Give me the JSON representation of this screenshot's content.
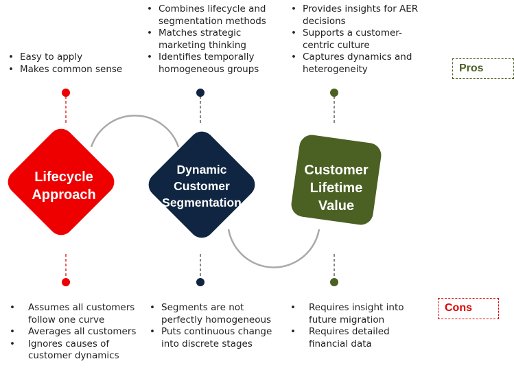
{
  "colors": {
    "red": "#ee0000",
    "navy": "#0f2541",
    "olive": "#4b6123",
    "connector": "#a9a9a9",
    "dash_red": "#e02020",
    "dash_dark": "#555555"
  },
  "pros": {
    "label": "Pros",
    "lifecycle": [
      "Easy to apply",
      "Makes common sense"
    ],
    "dynamic": [
      "Combines lifecycle and segmentation methods",
      "Matches strategic marketing thinking",
      "Identifies temporally homogeneous groups"
    ],
    "clv": [
      "Provides insights for AER decisions",
      "Supports a customer-centric culture",
      "Captures dynamics and heterogeneity"
    ]
  },
  "cons": {
    "label": "Cons",
    "lifecycle": [
      "Assumes all customers follow one curve",
      "Averages all customers",
      "Ignores causes of customer dynamics"
    ],
    "dynamic": [
      "Segments are not perfectly homogeneous",
      "Puts continuous change into discrete stages"
    ],
    "clv": [
      "Requires insight into future migration",
      "Requires detailed financial data"
    ]
  },
  "cards": {
    "lifecycle": {
      "line1": "Lifecycle",
      "line2": "Approach"
    },
    "dynamic": {
      "line1": "Dynamic",
      "line2": "Customer",
      "line3": "Segmentation"
    },
    "clv": {
      "line1": "Customer",
      "line2": "Lifetime",
      "line3": "Value"
    }
  }
}
